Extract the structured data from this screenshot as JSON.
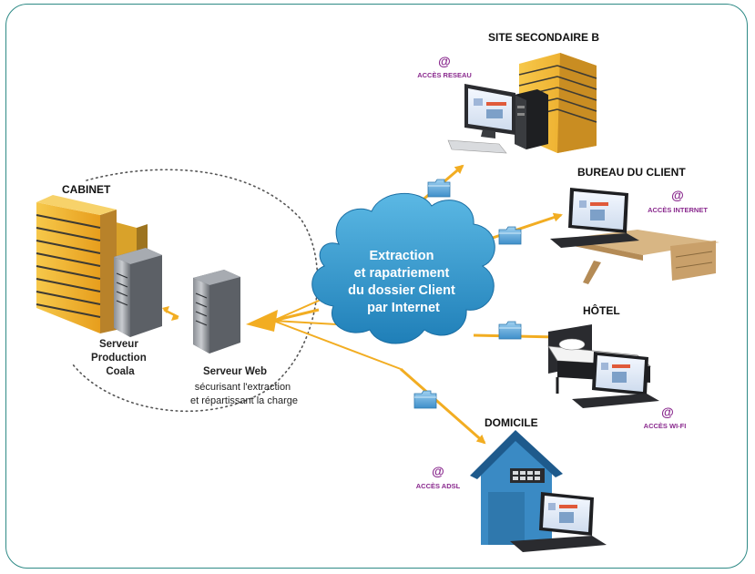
{
  "cabinet": {
    "label": "CABINET",
    "server_production": [
      "Serveur",
      "Production",
      "Coala"
    ],
    "server_web_title": "Serveur Web",
    "server_web_desc": [
      "sécurisant l'extraction",
      "et répartissant la charge"
    ]
  },
  "cloud": {
    "lines": [
      "Extraction",
      "et rapatriement",
      "du dossier Client",
      "par Internet"
    ]
  },
  "destinations": {
    "site_secondaire": {
      "label": "SITE SECONDAIRE B",
      "access": "ACCÈS RESEAU"
    },
    "bureau_client": {
      "label": "BUREAU DU CLIENT",
      "access": "ACCÈS INTERNET"
    },
    "hotel": {
      "label": "HÔTEL",
      "access": "ACCÈS WI-FI"
    },
    "domicile": {
      "label": "DOMICILE",
      "access": "ACCÈS ADSL"
    }
  },
  "icons": {
    "at": "@",
    "folder": "folder-icon",
    "building": "building-icon",
    "server": "server-icon",
    "computer": "computer-icon",
    "laptop": "laptop-icon",
    "house": "house-icon",
    "bed": "bed-icon",
    "desk": "desk-icon"
  },
  "colors": {
    "border": "#2e8a86",
    "arrow": "#f2ad22",
    "cloud": "#2b8fc6",
    "access": "#8a2a8e",
    "building": "#f1b82c"
  }
}
